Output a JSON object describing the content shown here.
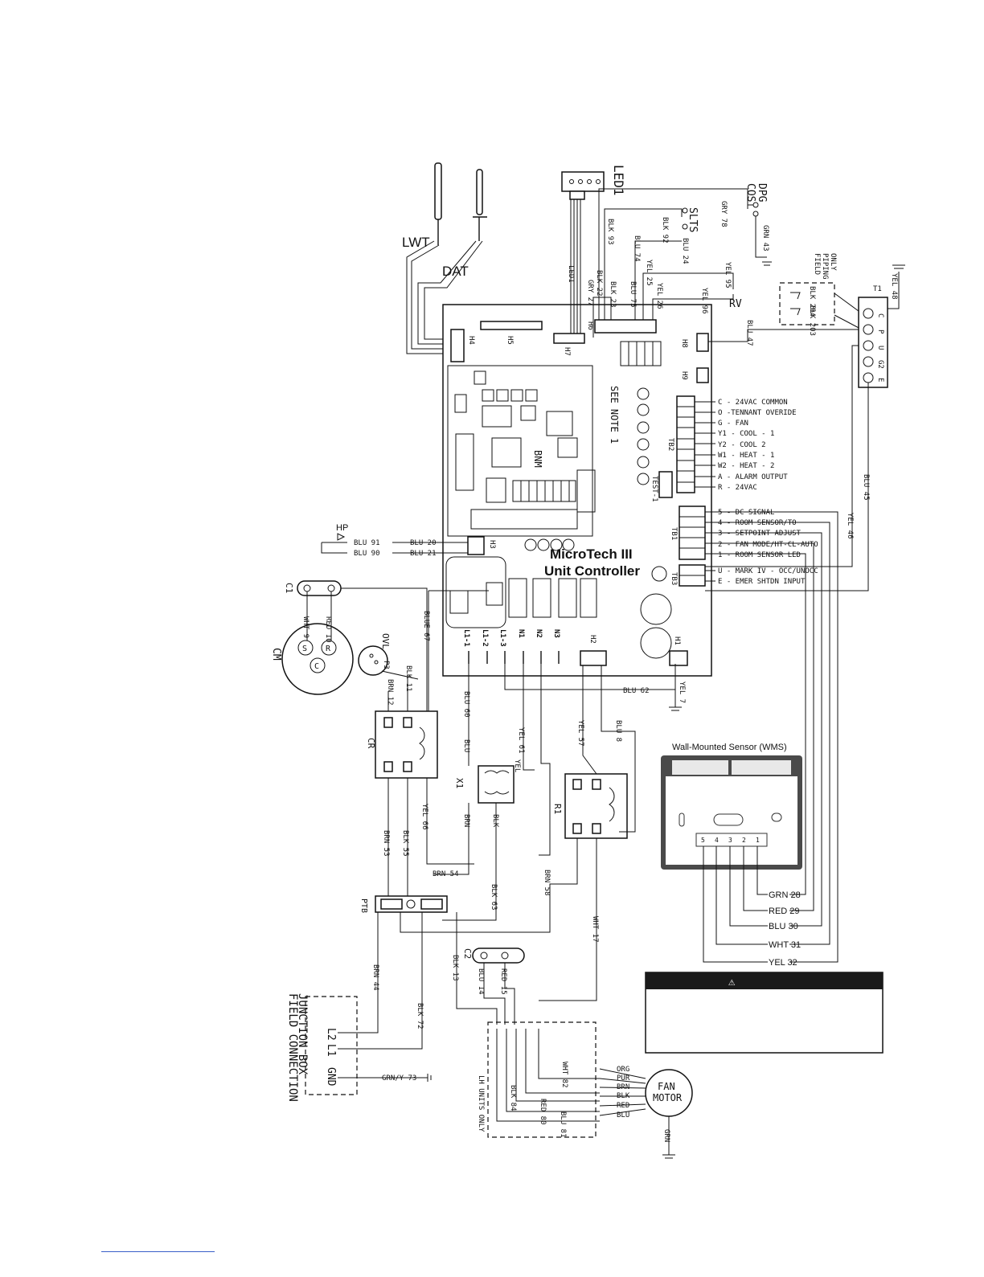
{
  "controller": {
    "title_line1": "MicroTech III",
    "title_line2": "Unit Controller"
  },
  "sensors": {
    "lwt": "LWT",
    "dat": "DAT"
  },
  "headers": [
    "H4",
    "H5",
    "H7",
    "H6",
    "H8",
    "H9",
    "H3",
    "H2",
    "H1"
  ],
  "board_marks": {
    "see_note": "SEE NOTE 1",
    "bnm": "BNM",
    "tb2": "TB2",
    "tb1": "TB1",
    "tb3": "TB3",
    "test": "TEST-1"
  },
  "led": {
    "label": "LED1",
    "cable": "LED1"
  },
  "top_wires": [
    "GRY 78",
    "GRN 43",
    "BLK 93",
    "BLK 92",
    "BLU 74",
    "BLU 24",
    "YEL 25",
    "YEL 95",
    "GRY 27",
    "BLK 22",
    "BLK 23",
    "BLU 75",
    "YEL 26",
    "YEL 96",
    "BLU 47",
    "YEL 48"
  ],
  "top_labels": {
    "cos": "COS",
    "dpg": "DPG",
    "slts": "SLTS",
    "rv": "RV"
  },
  "field_piping": {
    "line1": "FIELD",
    "line2": "PIPING",
    "line3": "ONLY",
    "w1": "BLK 204",
    "w2": "BLK 203"
  },
  "t1": {
    "label": "T1",
    "terms": [
      "C",
      "P",
      "U",
      "G2",
      "E"
    ]
  },
  "tb2_terms": [
    "C - 24VAC COMMON",
    "O -TENNANT OVERIDE",
    "G - FAN",
    "Y1 - COOL - 1",
    "Y2 - COOL 2",
    "W1 - HEAT - 1",
    "W2 - HEAT - 2",
    "A - ALARM OUTPUT",
    "R - 24VAC"
  ],
  "tb1_terms": [
    "5 - DC SIGNAL",
    "4 - ROOM SENSOR/TO",
    "3 - SETPOINT ADJUST",
    "2 - FAN MODE/HT-CL-AUTO",
    "1 - ROOM SENSOR LED"
  ],
  "tb3_terms": [
    "U - MARK IV - OCC/UNOCC",
    "E - EMER SHTDN INPUT"
  ],
  "right_wires": [
    "BLU 45",
    "YEL 46"
  ],
  "hp": {
    "label": "HP",
    "w1": "BLU 91",
    "w2": "BLU 90",
    "w3": "BLU 20",
    "w4": "BLU 21"
  },
  "compressor": {
    "cap": "C1",
    "cm": "CM",
    "s": "S",
    "r": "R",
    "c": "C",
    "ovl": "OVL",
    "p3": "P3",
    "wires": [
      "WHT 9",
      "RED 10",
      "BLK 11",
      "BRN 12",
      "BLUE 67"
    ]
  },
  "line_terms": [
    "L1-1",
    "L1-2",
    "L1-3",
    "N1",
    "N2",
    "N3"
  ],
  "board_wires": [
    "BLU 60",
    "BLU 62",
    "YEL 7",
    "YEL 61",
    "YEL 57",
    "BLU 8"
  ],
  "cr": {
    "label": "CR",
    "wires": [
      "BRN 53",
      "BLK 55",
      "YEL 66"
    ]
  },
  "x1": {
    "label": "X1",
    "wires": [
      "BLU",
      "YEL",
      "BRN",
      "BLK"
    ]
  },
  "r1": {
    "label": "R1"
  },
  "ptb": {
    "label": "PTB",
    "wires": [
      "BRN 54",
      "BLK 63",
      "BRN 58",
      "BRN 44",
      "BLK 13",
      "BLK 72",
      "WHT 17"
    ]
  },
  "c2": {
    "label": "C2",
    "wires": [
      "BLU 14",
      "RED 15"
    ]
  },
  "junction": {
    "title1": "FIELD CONNECTION",
    "title2": "JUNCTION BOX",
    "l2": "L2",
    "l1": "L1",
    "gnd": "GND",
    "gnd_wire": "GRN/Y 73"
  },
  "lh": {
    "label": "LH UNITS ONLY",
    "wires": [
      "WHT 82",
      "BLK 84",
      "RED 80",
      "BLU 81"
    ]
  },
  "fan_motor": {
    "label1": "FAN",
    "label2": "MOTOR",
    "leads": [
      "ORG",
      "PUR",
      "BRN",
      "BLK",
      "RED",
      "BLU"
    ],
    "gnd": "GRN"
  },
  "wms": {
    "title": "Wall-Mounted Sensor (WMS)",
    "terminals": [
      "5",
      "4",
      "3",
      "2",
      "1"
    ],
    "wires": [
      "GRN 28",
      "RED 29",
      "BLU 30",
      "WHT 31",
      "YEL 32"
    ]
  },
  "warning": {
    "icon": "warning-triangle-icon",
    "symbol": "⚠"
  }
}
